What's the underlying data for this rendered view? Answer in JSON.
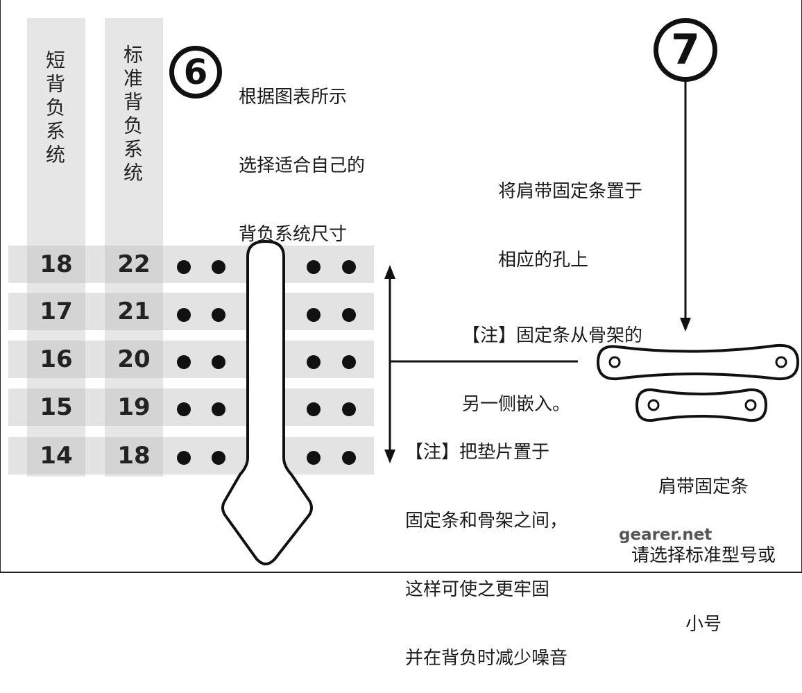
{
  "columns": {
    "short_title": "短背负系统",
    "standard_title": "标准背负系统"
  },
  "size_rows": [
    {
      "short": "18",
      "standard": "22"
    },
    {
      "short": "17",
      "standard": "21"
    },
    {
      "short": "16",
      "standard": "20"
    },
    {
      "short": "15",
      "standard": "19"
    },
    {
      "short": "14",
      "standard": "18"
    }
  ],
  "step6": {
    "number": "6",
    "lines": [
      "根据图表所示",
      "选择适合自己的",
      "背负系统尺寸"
    ]
  },
  "step7": {
    "number": "7",
    "lines": [
      "将肩带固定条置于",
      "相应的孔上"
    ]
  },
  "note_insert": {
    "lines": [
      "【注】固定条从骨架的",
      "另一侧嵌入。"
    ]
  },
  "note_pad": {
    "lines": [
      "【注】把垫片置于",
      "固定条和骨架之间，",
      "这样可使之更牢固",
      "并在背负时减少噪音"
    ]
  },
  "strap_label": {
    "lines": [
      "肩带固定条",
      "请选择标准型号或",
      "小号"
    ]
  },
  "watermark": "gearer.net"
}
